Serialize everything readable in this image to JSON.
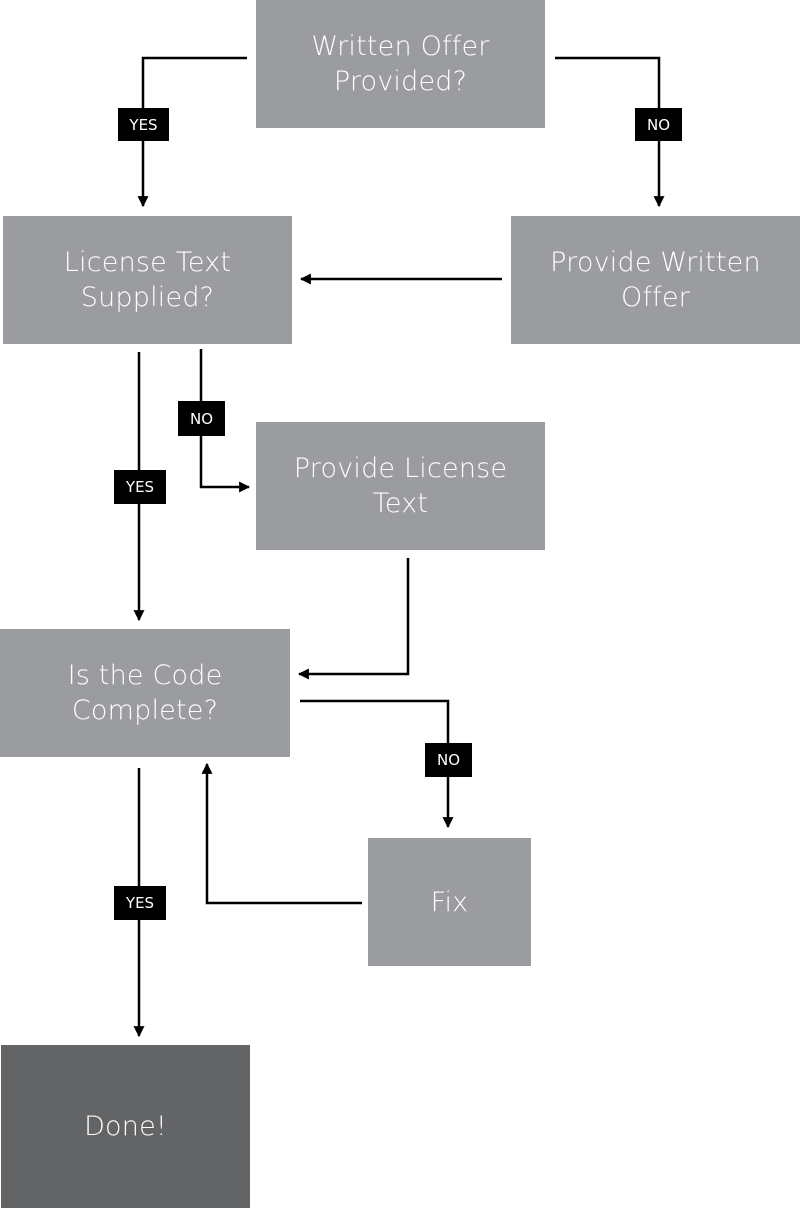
{
  "nodes": {
    "written_offer": {
      "line1": "Written Offer",
      "line2": "Provided?"
    },
    "license_text_supplied": {
      "line1": "License Text",
      "line2": "Supplied?"
    },
    "provide_written_offer": {
      "line1": "Provide Written",
      "line2": "Offer"
    },
    "provide_license_text": {
      "line1": "Provide License",
      "line2": "Text"
    },
    "code_complete": {
      "line1": "Is the Code",
      "line2": "Complete?"
    },
    "fix": {
      "label": "Fix"
    },
    "done": {
      "label": "Done!"
    }
  },
  "badges": {
    "yes_1": "YES",
    "no_1": "NO",
    "no_2": "NO",
    "yes_2": "YES",
    "no_3": "NO",
    "yes_3": "YES"
  },
  "colors": {
    "box": "#9b9c9f",
    "done_box": "#636466",
    "line": "#000000",
    "text": "#ffffff"
  }
}
